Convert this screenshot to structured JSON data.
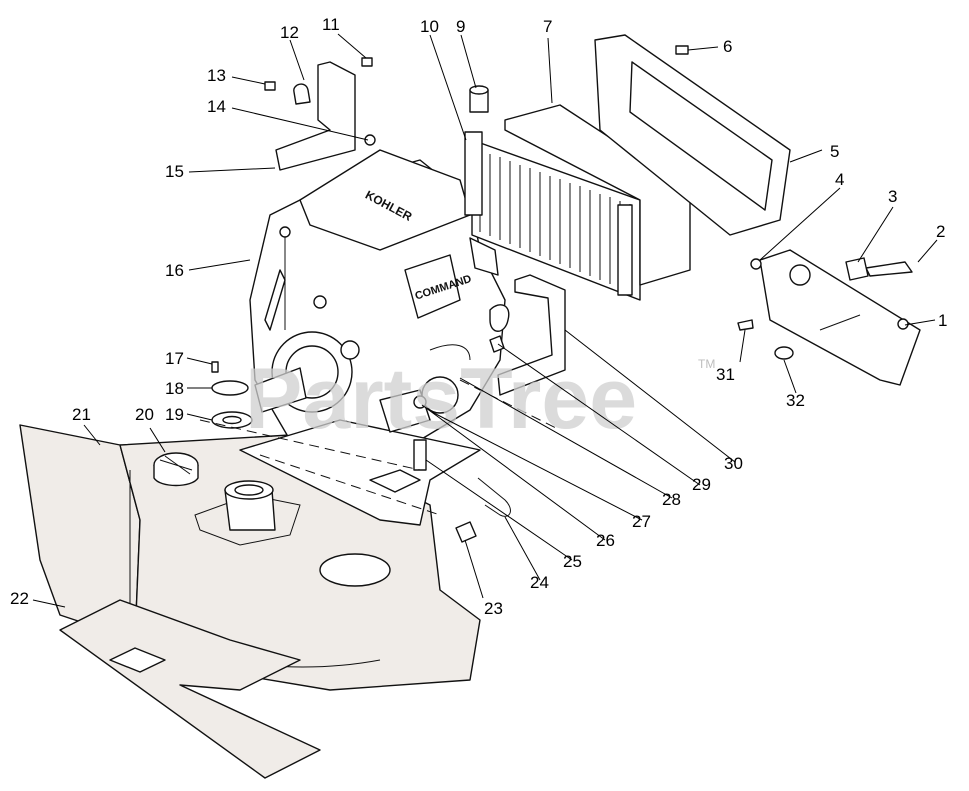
{
  "diagram": {
    "watermark": "PartsTree",
    "watermark_tm": "TM",
    "engine_brand": "KOHLER",
    "engine_model": "COMMAND",
    "callouts": [
      {
        "label": "1"
      },
      {
        "label": "2"
      },
      {
        "label": "3"
      },
      {
        "label": "4"
      },
      {
        "label": "5"
      },
      {
        "label": "6"
      },
      {
        "label": "7"
      },
      {
        "label": "9"
      },
      {
        "label": "10"
      },
      {
        "label": "11"
      },
      {
        "label": "12"
      },
      {
        "label": "13"
      },
      {
        "label": "14"
      },
      {
        "label": "15"
      },
      {
        "label": "16"
      },
      {
        "label": "17"
      },
      {
        "label": "18"
      },
      {
        "label": "19"
      },
      {
        "label": "20"
      },
      {
        "label": "21"
      },
      {
        "label": "22"
      },
      {
        "label": "23"
      },
      {
        "label": "24"
      },
      {
        "label": "25"
      },
      {
        "label": "26"
      },
      {
        "label": "27"
      },
      {
        "label": "28"
      },
      {
        "label": "29"
      },
      {
        "label": "30"
      },
      {
        "label": "31"
      },
      {
        "label": "32"
      }
    ]
  }
}
